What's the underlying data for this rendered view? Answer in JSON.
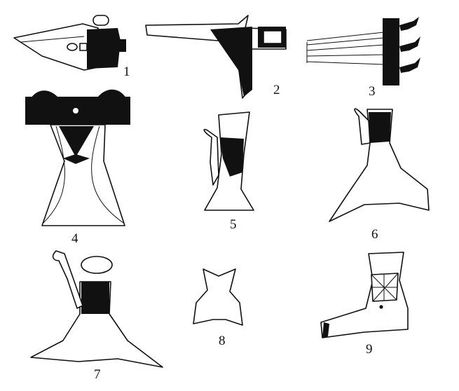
{
  "figures": [
    {
      "label": "1"
    },
    {
      "label": "2"
    },
    {
      "label": "3"
    },
    {
      "label": "4"
    },
    {
      "label": "5"
    },
    {
      "label": "6"
    },
    {
      "label": "7"
    },
    {
      "label": "8"
    },
    {
      "label": "9"
    }
  ],
  "colors": {
    "ink": "#111111",
    "paper": "#ffffff"
  }
}
